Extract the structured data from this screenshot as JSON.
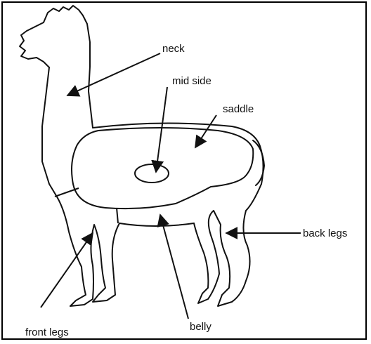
{
  "labels": {
    "neck": "neck",
    "mid_side": "mid side",
    "saddle": "saddle",
    "back_legs": "back legs",
    "front_legs": "front legs",
    "belly": "belly"
  }
}
